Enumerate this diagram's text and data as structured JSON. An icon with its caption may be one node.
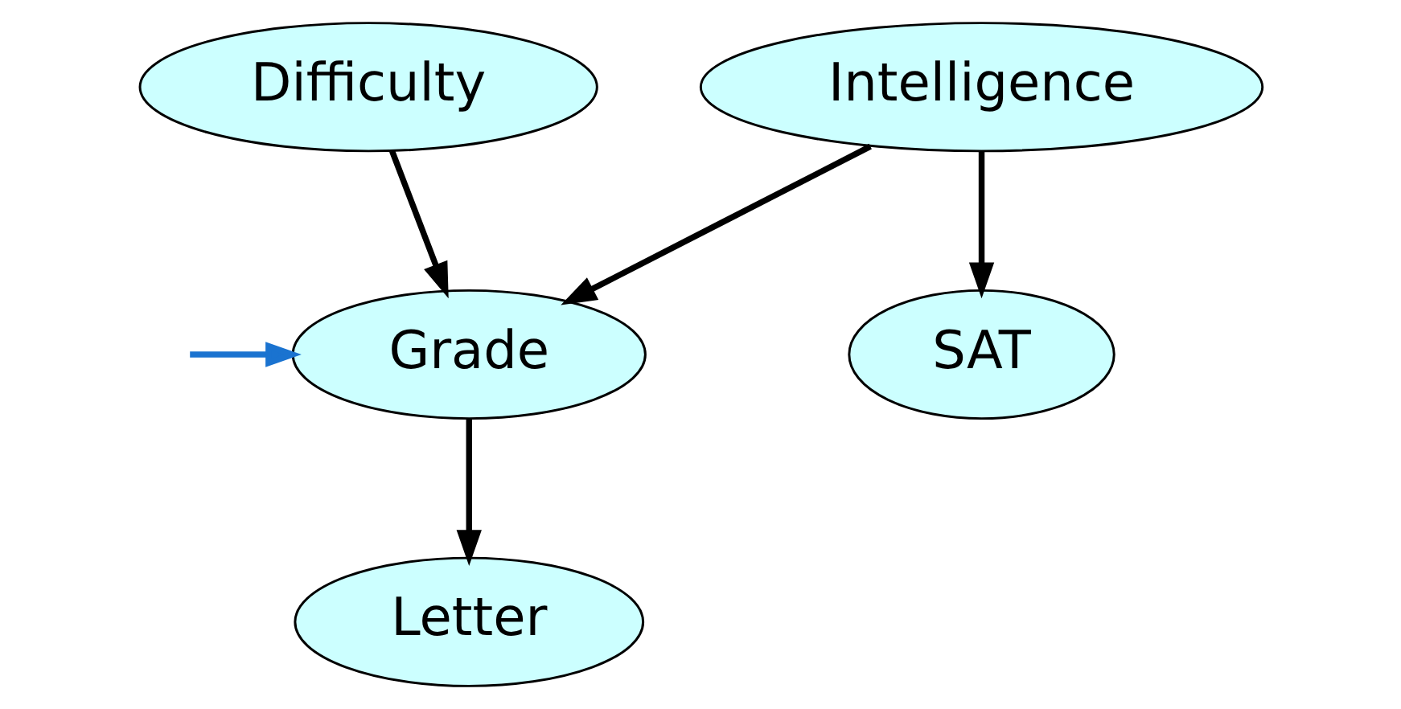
{
  "diagram": {
    "nodes": [
      {
        "text": [
          "Difficulty"
        ]
      },
      {
        "text": [
          "Intelligence"
        ]
      },
      {
        "text": [
          "Grade"
        ]
      },
      {
        "text": [
          "SAT"
        ]
      },
      {
        "text": [
          "Letter"
        ]
      }
    ],
    "edges": [
      {
        "from": 0,
        "to": 2,
        "arrow": "to"
      },
      {
        "from": 1,
        "to": 2,
        "arrow": "to"
      },
      {
        "from": 1,
        "to": 3,
        "arrow": "to"
      },
      {
        "from": 2,
        "to": 4,
        "arrow": "to"
      },
      {
        "from": null,
        "to": 2,
        "arrow": "to",
        "color": "#1a73d0"
      }
    ]
  }
}
